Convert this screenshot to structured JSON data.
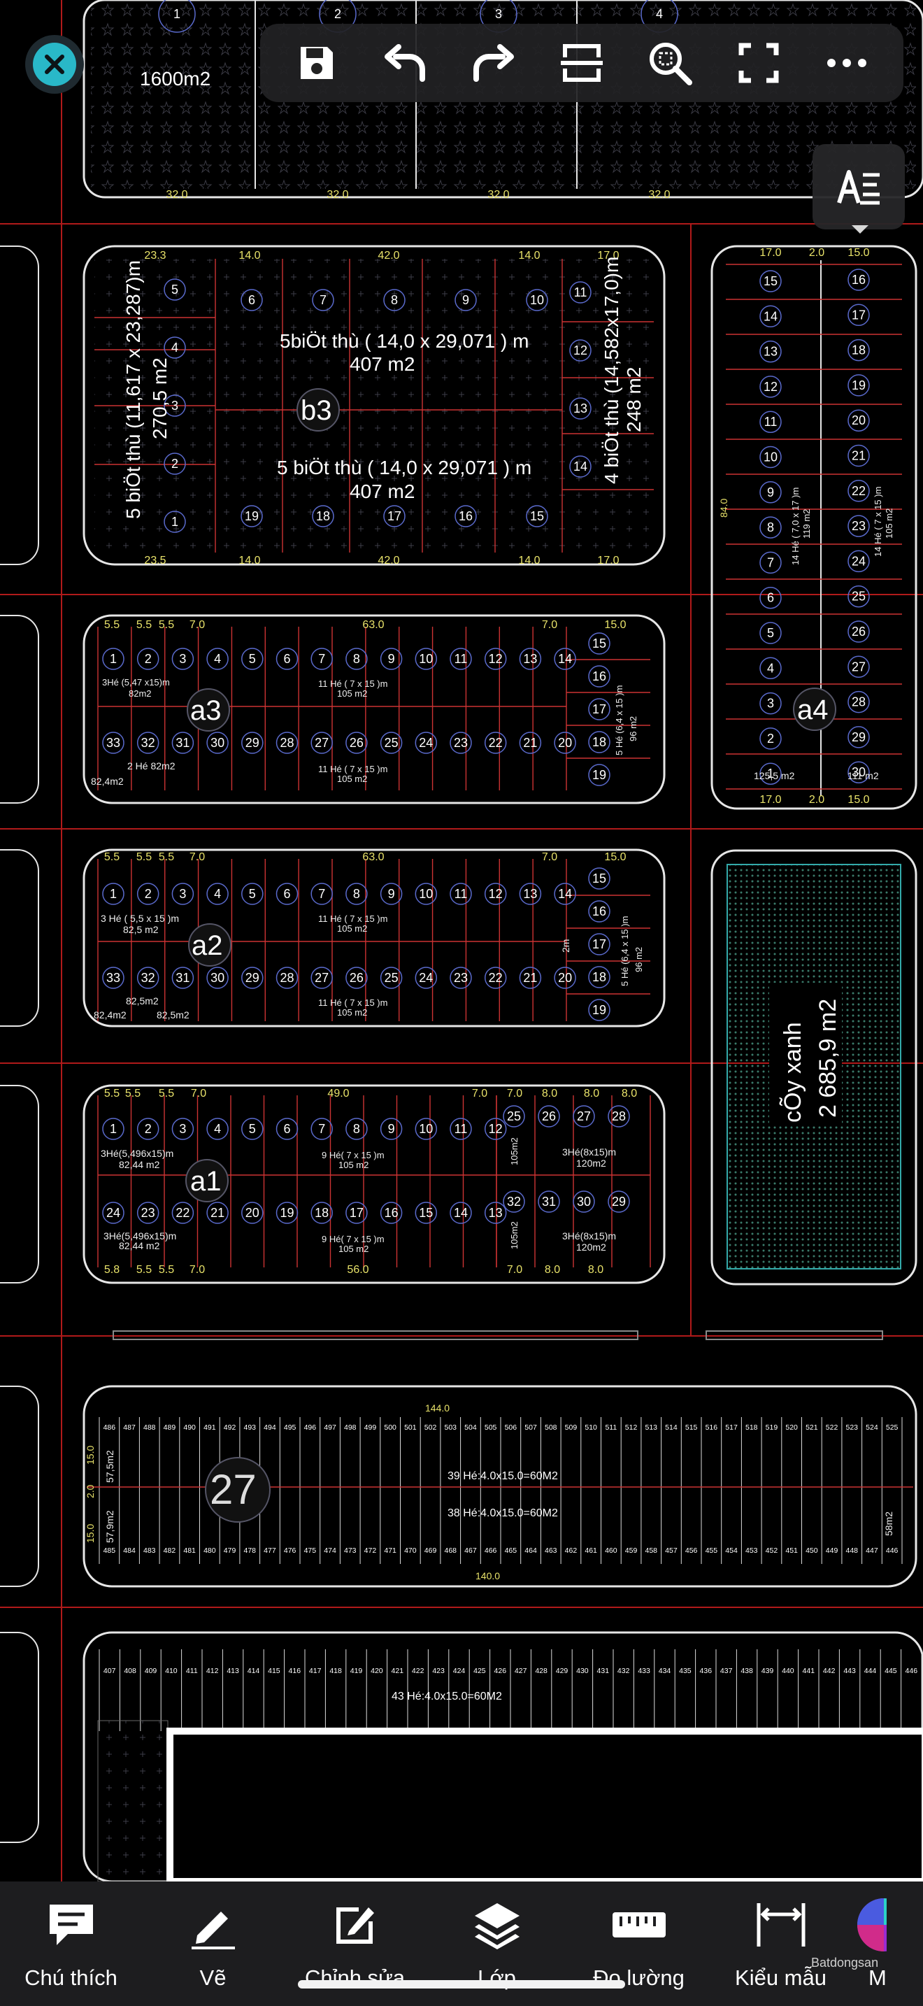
{
  "app": {
    "toolbar_icons": [
      "save-icon",
      "undo-icon",
      "redo-icon",
      "crop-icon",
      "zoom-icon",
      "fullscreen-icon",
      "more-icon"
    ],
    "text_style_icon": "text-align-icon"
  },
  "bottom_bar": {
    "items": [
      {
        "label": "Chú thích",
        "icon": "comment-icon"
      },
      {
        "label": "Vẽ",
        "icon": "pencil-icon"
      },
      {
        "label": "Chỉnh sửa",
        "icon": "edit-icon"
      },
      {
        "label": "Lớp",
        "icon": "layers-icon"
      },
      {
        "label": "Đo lường",
        "icon": "ruler-icon"
      },
      {
        "label": "Kiểu mẫu",
        "icon": "dimension-icon"
      },
      {
        "label": "M",
        "icon": "color-wheel-icon"
      }
    ]
  },
  "watermark": "Batdongsan",
  "drawing": {
    "top_area": "1600m2",
    "top_nums": [
      "1",
      "2",
      "3",
      "4"
    ],
    "top_dims": [
      "32.0",
      "32.0",
      "32.0",
      "32.0"
    ],
    "b3": {
      "label": "b3",
      "upper_text": "5biÖt thù ( 14,0 x 29,071 ) m",
      "upper_area": "407 m2",
      "lower_text": "5 biÖt thù ( 14,0 x 29,071 ) m",
      "lower_area": "407 m2",
      "left_vert": "5 biÖt thù (11,617 x 23,287)m",
      "left_area": "270,5 m2",
      "right_vert": "4 biÖt thù (14,582x17,0)m",
      "right_area": "248 m2",
      "top_dims": [
        "23.3",
        "14.0",
        "42.0",
        "14.0",
        "17.0"
      ],
      "bottom_dims": [
        "23.5",
        "14.0",
        "42.0",
        "14.0",
        "17.0"
      ],
      "upper_nums": [
        "6",
        "7",
        "8",
        "9",
        "10"
      ],
      "lower_nums": [
        "19",
        "18",
        "17",
        "16",
        "15"
      ],
      "left_nums": [
        "5",
        "4",
        "3",
        "2",
        "1"
      ],
      "right_nums": [
        "11",
        "12",
        "13",
        "14"
      ]
    },
    "a3": {
      "label": "a3",
      "top_nums": [
        "1",
        "2",
        "3",
        "4",
        "5",
        "6",
        "7",
        "8",
        "9",
        "10",
        "11",
        "12",
        "13",
        "14"
      ],
      "bottom_nums": [
        "33",
        "32",
        "31",
        "30",
        "29",
        "28",
        "27",
        "26",
        "25",
        "24",
        "23",
        "22",
        "21",
        "20"
      ],
      "right_nums": [
        "15",
        "16",
        "17",
        "18",
        "19"
      ],
      "top_dims": [
        "5.5",
        "5.5",
        "5.5",
        "7.0",
        "63.0",
        "7.0",
        "15.0"
      ],
      "note_left_top": "3Hé (5,47 x15)m",
      "area_left_top": "82m2",
      "note_mid_top": "11 Hé ( 7 x 15 )m",
      "area_mid_top": "105 m2",
      "note_left_bottom": "2 Hé 82m2",
      "area_corner": "82,4m2",
      "note_mid_bottom": "11 Hé ( 7 x 15 )m",
      "area_mid_bottom": "105 m2",
      "note_right": "5 Hé (6,4 x 15 )m",
      "area_right": "96 m2"
    },
    "a2": {
      "label": "a2",
      "note_left_top": "3 Hé ( 5,5 x 15 )m",
      "area_left_top": "82,5 m2",
      "note_mid_top": "11 Hé ( 7 x 15 )m",
      "area_mid_top": "105 m2",
      "area_left_b1": "82,5m2",
      "area_left_b2": "82,5m2",
      "area_corner": "82,4m2",
      "note_mid_bottom": "11 Hé ( 7 x 15 )m",
      "area_mid_bottom": "105 m2",
      "note_right": "5 Hé (6,4 x 15 )m",
      "area_right": "96 m2",
      "dim_2m": "2m"
    },
    "a1": {
      "label": "a1",
      "top_nums": [
        "1",
        "2",
        "3",
        "4",
        "5",
        "6",
        "7",
        "8",
        "9",
        "10",
        "11",
        "12"
      ],
      "top_right_nums": [
        "25",
        "26",
        "27",
        "28"
      ],
      "bottom_nums": [
        "24",
        "23",
        "22",
        "21",
        "20",
        "19",
        "18",
        "17",
        "16",
        "15",
        "14",
        "13"
      ],
      "bottom_right_nums": [
        "32",
        "31",
        "30",
        "29"
      ],
      "top_dims": [
        "5.5",
        "5.5",
        "5.5",
        "7.0",
        "49.0",
        "7.0",
        "7.0",
        "8.0",
        "8.0",
        "8.0"
      ],
      "bottom_dims": [
        "5.8",
        "5.5",
        "5.5",
        "7.0",
        "56.0",
        "7.0",
        "8.0",
        "8.0"
      ],
      "note_left": "3Hé(5,496x15)m",
      "area_left": "82,44 m2",
      "note_mid": "9 Hé( 7 x 15 )m",
      "area_mid": "105 m2",
      "note_right": "3Hé(8x15)m",
      "area_right": "120m2",
      "area_105": "105m2"
    },
    "a4": {
      "label": "a4",
      "left_nums": [
        "15",
        "14",
        "13",
        "12",
        "11",
        "10",
        "9",
        "8",
        "7",
        "6",
        "5",
        "4",
        "3",
        "2",
        "1"
      ],
      "right_nums": [
        "16",
        "17",
        "18",
        "19",
        "20",
        "21",
        "22",
        "23",
        "24",
        "25",
        "26",
        "27",
        "28",
        "29",
        "30"
      ],
      "top_dims": [
        "17.0",
        "2.0",
        "15.0"
      ],
      "bottom_dims": [
        "17.0",
        "2.0",
        "15.0"
      ],
      "note_left": "14 Hé ( 7,0 x 17 )m",
      "area_left": "119 m2",
      "note_right": "14 Hé ( 7 x 15 )m",
      "area_right": "105 m2",
      "corner_left": "125,5 m2",
      "corner_right": "111 m2",
      "dim_84": "84.0"
    },
    "green": {
      "label": "cÕy xanh",
      "area": "2 685,9 m2"
    },
    "block27": {
      "label": "27",
      "top_dim": "144.0",
      "bottom_dim": "140.0",
      "row1_start": 486,
      "row1_count": 40,
      "row2_start": 485,
      "row2_count": 40,
      "note1": "39 Hé:4.0x15.0=60M2",
      "note2": "38 Hé:4.0x15.0=60M2",
      "left_area_top": "57,5m2",
      "left_area_bottom": "57,9m2",
      "right_area": "58m2",
      "dim_15": "15.0",
      "dim_2": "2.0"
    },
    "bottom_block": {
      "start": 407,
      "count": 40,
      "note": "43 Hé:4.0x15.0=60M2"
    }
  }
}
